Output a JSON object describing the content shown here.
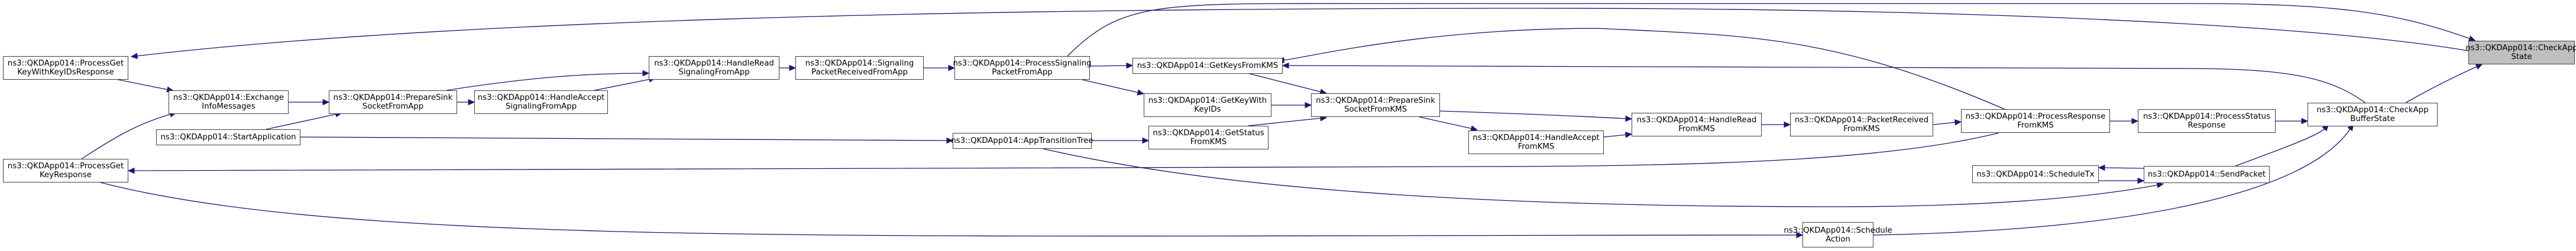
{
  "diagram": {
    "type": "call-graph",
    "title": "ns3::QKDApp014::CheckAppState caller graph",
    "colors": {
      "edge": "#191970",
      "node_border": "#404040",
      "current_node_fill": "#bfbfbf",
      "node_fill": "#ffffff"
    },
    "nodes": [
      {
        "id": "CheckAppState",
        "lines": [
          "ns3::QKDApp014::CheckApp",
          "State"
        ],
        "current": true
      },
      {
        "id": "CheckAppBufferState",
        "lines": [
          "ns3::QKDApp014::CheckApp",
          "BufferState"
        ]
      },
      {
        "id": "ProcessStatusResponse",
        "lines": [
          "ns3::QKDApp014::ProcessStatus",
          "Response"
        ]
      },
      {
        "id": "ProcessResponseFromKMS",
        "lines": [
          "ns3::QKDApp014::ProcessResponse",
          "FromKMS"
        ]
      },
      {
        "id": "PacketReceivedFromKMS",
        "lines": [
          "ns3::QKDApp014::PacketReceived",
          "FromKMS"
        ]
      },
      {
        "id": "HandleReadFromKMS",
        "lines": [
          "ns3::QKDApp014::HandleRead",
          "FromKMS"
        ]
      },
      {
        "id": "HandleAcceptFromKMS",
        "lines": [
          "ns3::QKDApp014::HandleAccept",
          "FromKMS"
        ]
      },
      {
        "id": "PrepareSinkSocketFromKMS",
        "lines": [
          "ns3::QKDApp014::PrepareSink",
          "SocketFromKMS"
        ]
      },
      {
        "id": "GetKeysFromKMS",
        "lines": [
          "ns3::QKDApp014::GetKeysFromKMS"
        ]
      },
      {
        "id": "GetKeyWithKeyIDs",
        "lines": [
          "ns3::QKDApp014::GetKeyWith",
          "KeyIDs"
        ]
      },
      {
        "id": "GetStatusFromKMS",
        "lines": [
          "ns3::QKDApp014::GetStatus",
          "FromKMS"
        ]
      },
      {
        "id": "ProcessSignalingPacketFromApp",
        "lines": [
          "ns3::QKDApp014::ProcessSignaling",
          "PacketFromApp"
        ]
      },
      {
        "id": "AppTransitionTree",
        "lines": [
          "ns3::QKDApp014::AppTransitionTree"
        ]
      },
      {
        "id": "SignalingPacketReceivedFromApp",
        "lines": [
          "ns3::QKDApp014::Signaling",
          "PacketReceivedFromApp"
        ]
      },
      {
        "id": "HandleReadSignalingFromApp",
        "lines": [
          "ns3::QKDApp014::HandleRead",
          "SignalingFromApp"
        ]
      },
      {
        "id": "HandleAcceptSignalingFromApp",
        "lines": [
          "ns3::QKDApp014::HandleAccept",
          "SignalingFromApp"
        ]
      },
      {
        "id": "PrepareSinkSocketFromApp",
        "lines": [
          "ns3::QKDApp014::PrepareSink",
          "SocketFromApp"
        ]
      },
      {
        "id": "ExchangeInfoMessages",
        "lines": [
          "ns3::QKDApp014::Exchange",
          "InfoMessages"
        ]
      },
      {
        "id": "StartApplication",
        "lines": [
          "ns3::QKDApp014::StartApplication"
        ]
      },
      {
        "id": "ProcessGetKeyWithKeyIDsResponse",
        "lines": [
          "ns3::QKDApp014::ProcessGet",
          "KeyWithKeyIDsResponse"
        ]
      },
      {
        "id": "ProcessGetKeyResponse",
        "lines": [
          "ns3::QKDApp014::ProcessGet",
          "KeyResponse"
        ]
      },
      {
        "id": "ScheduleTx",
        "lines": [
          "ns3::QKDApp014::ScheduleTx"
        ]
      },
      {
        "id": "SendPacket",
        "lines": [
          "ns3::QKDApp014::SendPacket"
        ]
      },
      {
        "id": "ScheduleAction",
        "lines": [
          "ns3::QKDApp014::Schedule",
          "Action"
        ]
      }
    ],
    "edges": [
      {
        "from": "CheckAppBufferState",
        "to": "CheckAppState"
      },
      {
        "from": "ProcessSignalingPacketFromApp",
        "to": "CheckAppState"
      },
      {
        "from": "CheckAppState",
        "to": "ProcessGetKeyWithKeyIDsResponse"
      },
      {
        "from": "ProcessStatusResponse",
        "to": "CheckAppBufferState"
      },
      {
        "from": "ProcessResponseFromKMS",
        "to": "ProcessStatusResponse"
      },
      {
        "from": "PacketReceivedFromKMS",
        "to": "ProcessResponseFromKMS"
      },
      {
        "from": "HandleReadFromKMS",
        "to": "PacketReceivedFromKMS"
      },
      {
        "from": "PrepareSinkSocketFromKMS",
        "to": "HandleReadFromKMS"
      },
      {
        "from": "HandleAcceptFromKMS",
        "to": "HandleReadFromKMS"
      },
      {
        "from": "PrepareSinkSocketFromKMS",
        "to": "HandleAcceptFromKMS"
      },
      {
        "from": "GetKeysFromKMS",
        "to": "PrepareSinkSocketFromKMS"
      },
      {
        "from": "GetKeyWithKeyIDs",
        "to": "PrepareSinkSocketFromKMS"
      },
      {
        "from": "GetStatusFromKMS",
        "to": "PrepareSinkSocketFromKMS"
      },
      {
        "from": "ProcessSignalingPacketFromApp",
        "to": "GetKeysFromKMS"
      },
      {
        "from": "ProcessSignalingPacketFromApp",
        "to": "GetKeyWithKeyIDs"
      },
      {
        "from": "AppTransitionTree",
        "to": "GetStatusFromKMS"
      },
      {
        "from": "CheckAppBufferState",
        "to": "GetKeysFromKMS"
      },
      {
        "from": "SignalingPacketReceivedFromApp",
        "to": "ProcessSignalingPacketFromApp"
      },
      {
        "from": "HandleReadSignalingFromApp",
        "to": "SignalingPacketReceivedFromApp"
      },
      {
        "from": "PrepareSinkSocketFromApp",
        "to": "HandleReadSignalingFromApp"
      },
      {
        "from": "HandleAcceptSignalingFromApp",
        "to": "HandleReadSignalingFromApp"
      },
      {
        "from": "PrepareSinkSocketFromApp",
        "to": "HandleAcceptSignalingFromApp"
      },
      {
        "from": "ExchangeInfoMessages",
        "to": "PrepareSinkSocketFromApp"
      },
      {
        "from": "StartApplication",
        "to": "PrepareSinkSocketFromApp"
      },
      {
        "from": "StartApplication",
        "to": "AppTransitionTree"
      },
      {
        "from": "ProcessGetKeyWithKeyIDsResponse",
        "to": "ExchangeInfoMessages"
      },
      {
        "from": "ProcessGetKeyResponse",
        "to": "ExchangeInfoMessages"
      },
      {
        "from": "ProcessResponseFromKMS",
        "to": "ProcessGetKeyResponse"
      },
      {
        "from": "ProcessResponseFromKMS",
        "to": "GetKeysFromKMS"
      },
      {
        "from": "SendPacket",
        "to": "ScheduleTx"
      },
      {
        "from": "ScheduleTx",
        "to": "SendPacket"
      },
      {
        "from": "SendPacket",
        "to": "CheckAppBufferState"
      },
      {
        "from": "AppTransitionTree",
        "to": "SendPacket"
      },
      {
        "from": "ProcessGetKeyResponse",
        "to": "ScheduleAction"
      },
      {
        "from": "ScheduleAction",
        "to": "CheckAppBufferState"
      }
    ]
  }
}
